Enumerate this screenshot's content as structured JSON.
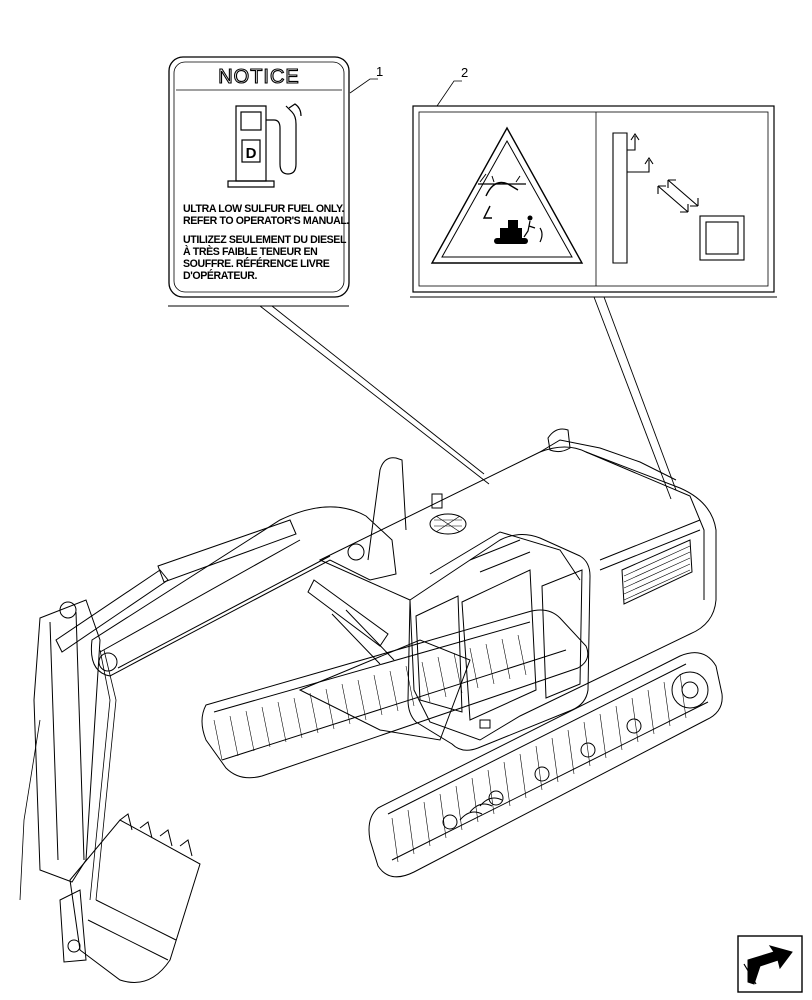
{
  "callouts": {
    "item1": "1",
    "item2": "2"
  },
  "decal1": {
    "title": "NOTICE",
    "english_line1": "ULTRA LOW SULFUR FUEL ONLY.",
    "english_line2": "REFER TO OPERATOR'S MANUAL.",
    "french_line1": "UTILIZEZ SEULEMENT DU DIESEL",
    "french_line2": "À TRÈS FAIBLE TENEUR EN",
    "french_line3": "SOUFFRE. RÉFÉRENCE LIVRE",
    "french_line4": "D'OPÉRATEUR.",
    "pump_letter": "D"
  },
  "icons": {
    "fuel_pump": "fuel-pump-icon",
    "warning": "warning-triangle-icon",
    "transport": "transport-tiedown-icon",
    "navigation": "next-page-arrow-icon"
  }
}
